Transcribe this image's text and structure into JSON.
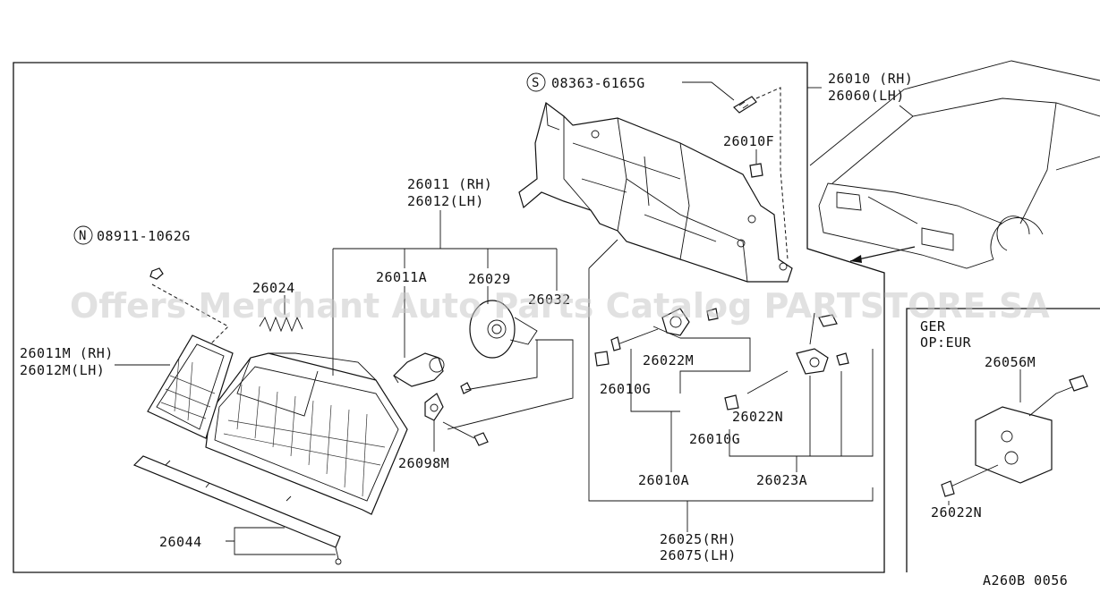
{
  "labels": {
    "bolt_s": "08363-6165G",
    "nut_n": "08911-1062G",
    "asm_rh": "26010 (RH)",
    "asm_lh": "26060(LH)",
    "housing_rh": "26011 (RH)",
    "housing_lh": "26012(LH)",
    "lens_rh": "26011M (RH)",
    "lens_lh": "26012M(LH)",
    "p26011A": "26011A",
    "p26029": "26029",
    "p26032": "26032",
    "p26024": "26024",
    "p26010F": "26010F",
    "p26022M": "26022M",
    "p26010G_a": "26010G",
    "p26022N_a": "26022N",
    "p26010G_b": "26010G",
    "p26098M": "26098M",
    "p26010A": "26010A",
    "p26023A": "26023A",
    "p26044": "26044",
    "kit_rh": "26025(RH)",
    "kit_lh": "26075(LH)",
    "ger": "GER",
    "op_eur": "OP:EUR",
    "p26056M": "26056M",
    "p26022N_b": "26022N",
    "diagram_code": "A260B 0056",
    "circle_s": "S",
    "circle_n": "N"
  },
  "watermark": "Offers Merchant Auto Parts Catalog PARTSTORE.SA"
}
